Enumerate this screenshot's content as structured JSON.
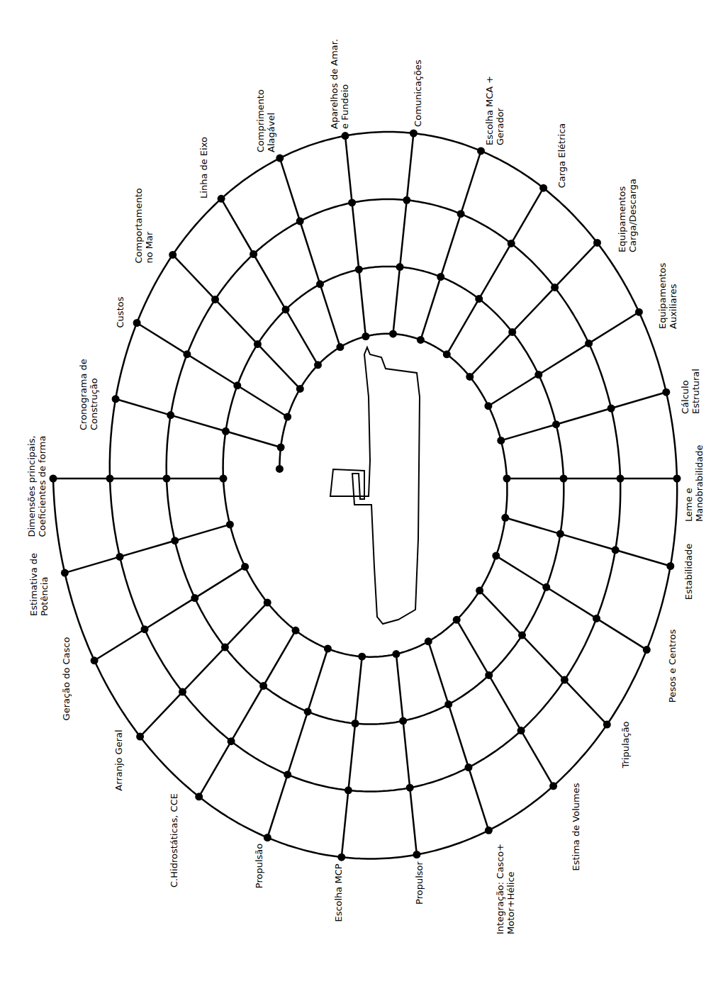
{
  "diagram": {
    "labels": [
      "Dimensões principais, Coeficientes de forma",
      "Cronograma de Construção",
      "Custos",
      "Comportamento no Mar",
      "Linha de Eixo",
      "Comprimento Alagável",
      "Aparelhos de Amar. e Fundeio",
      "Comunicações",
      "Escolha MCA + Gerador",
      "Carga Elétrica",
      "Equipamentos Carga/Descarga",
      "Equipamentos Auxiliares",
      "Cálculo Estrutural",
      "Leme e Manobrabilidade",
      "Estabilidade",
      "Pesos e Centros",
      "Tripulação",
      "Estima de Volumes",
      "Integração: Casco+ Motor+Hélice",
      "Propulsor",
      "Escolha MCP",
      "Propulsão",
      "C.Hidrostáticas, CCE",
      "Arranjo Geral",
      "Geração do Casco",
      "Estimativa de Potência"
    ]
  }
}
